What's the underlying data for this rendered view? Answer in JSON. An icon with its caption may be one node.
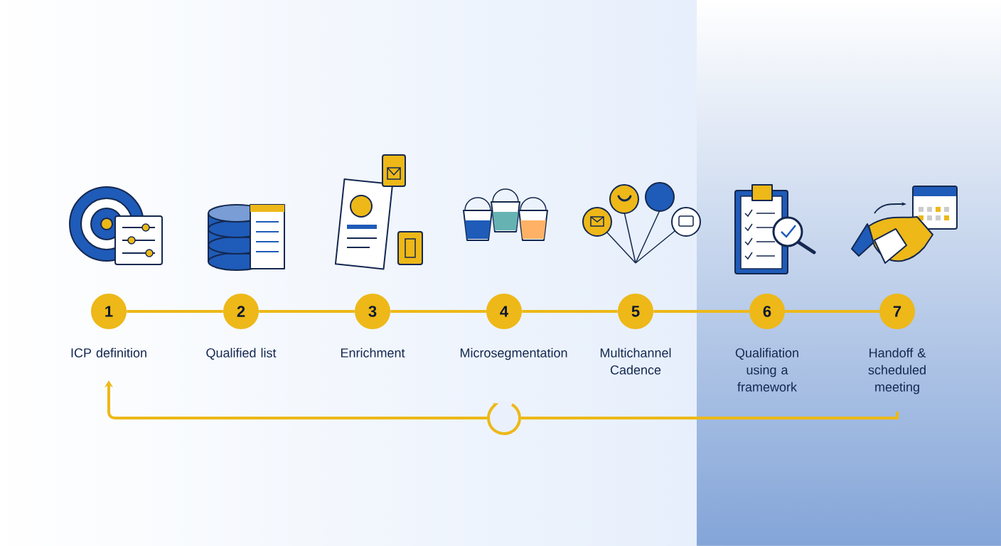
{
  "diagram": {
    "nodes": [
      {
        "text": [
          "1"
        ],
        "beside": [
          "ICP definition"
        ]
      },
      {
        "text": [
          "2"
        ],
        "beside": [
          "Qualified list"
        ]
      },
      {
        "text": [
          "3"
        ],
        "beside": [
          "Enrichment"
        ]
      },
      {
        "text": [
          "4"
        ],
        "beside": [
          "Microsegmentation"
        ]
      },
      {
        "text": [
          "5"
        ],
        "beside": [
          "Multichannel Cadence"
        ]
      },
      {
        "text": [
          "6"
        ],
        "beside": [
          "Qualifiation using a framework"
        ]
      },
      {
        "text": [
          "7"
        ],
        "beside": [
          "Handoff & scheduled meeting"
        ]
      }
    ],
    "edges": [
      {
        "from": 0,
        "to": 1,
        "arrow": "none"
      },
      {
        "from": 1,
        "to": 2,
        "arrow": "none"
      },
      {
        "from": 2,
        "to": 3,
        "arrow": "none"
      },
      {
        "from": 3,
        "to": 4,
        "arrow": "none"
      },
      {
        "from": 4,
        "to": 5,
        "arrow": "none"
      },
      {
        "from": 5,
        "to": 6,
        "arrow": "none"
      },
      {
        "from": 6,
        "to": 0,
        "arrow": "to"
      }
    ]
  }
}
